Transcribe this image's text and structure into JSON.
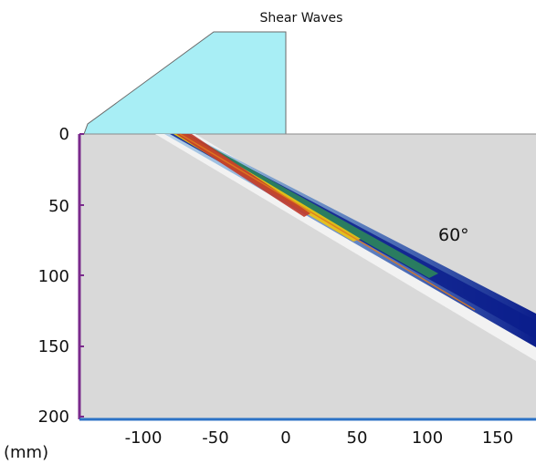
{
  "title": "Shear Waves",
  "unit_label": "(mm)",
  "angle_label": "60°",
  "x_ticks": [
    "-100",
    "-50",
    "0",
    "50",
    "100",
    "150"
  ],
  "y_ticks": [
    "0",
    "50",
    "100",
    "150",
    "200"
  ],
  "colors": {
    "wedge": "#a8eef5",
    "specimen": "#d9d9d9",
    "y_axis": "#7a2a8c",
    "x_axis": "#2c72c6",
    "beam_outer": "#0b1d8c",
    "beam_mid": "#3a8fd6",
    "beam_core_red": "#c0392b",
    "beam_core_yellow": "#f1c40f",
    "beam_core_green": "#2e8b57"
  }
}
